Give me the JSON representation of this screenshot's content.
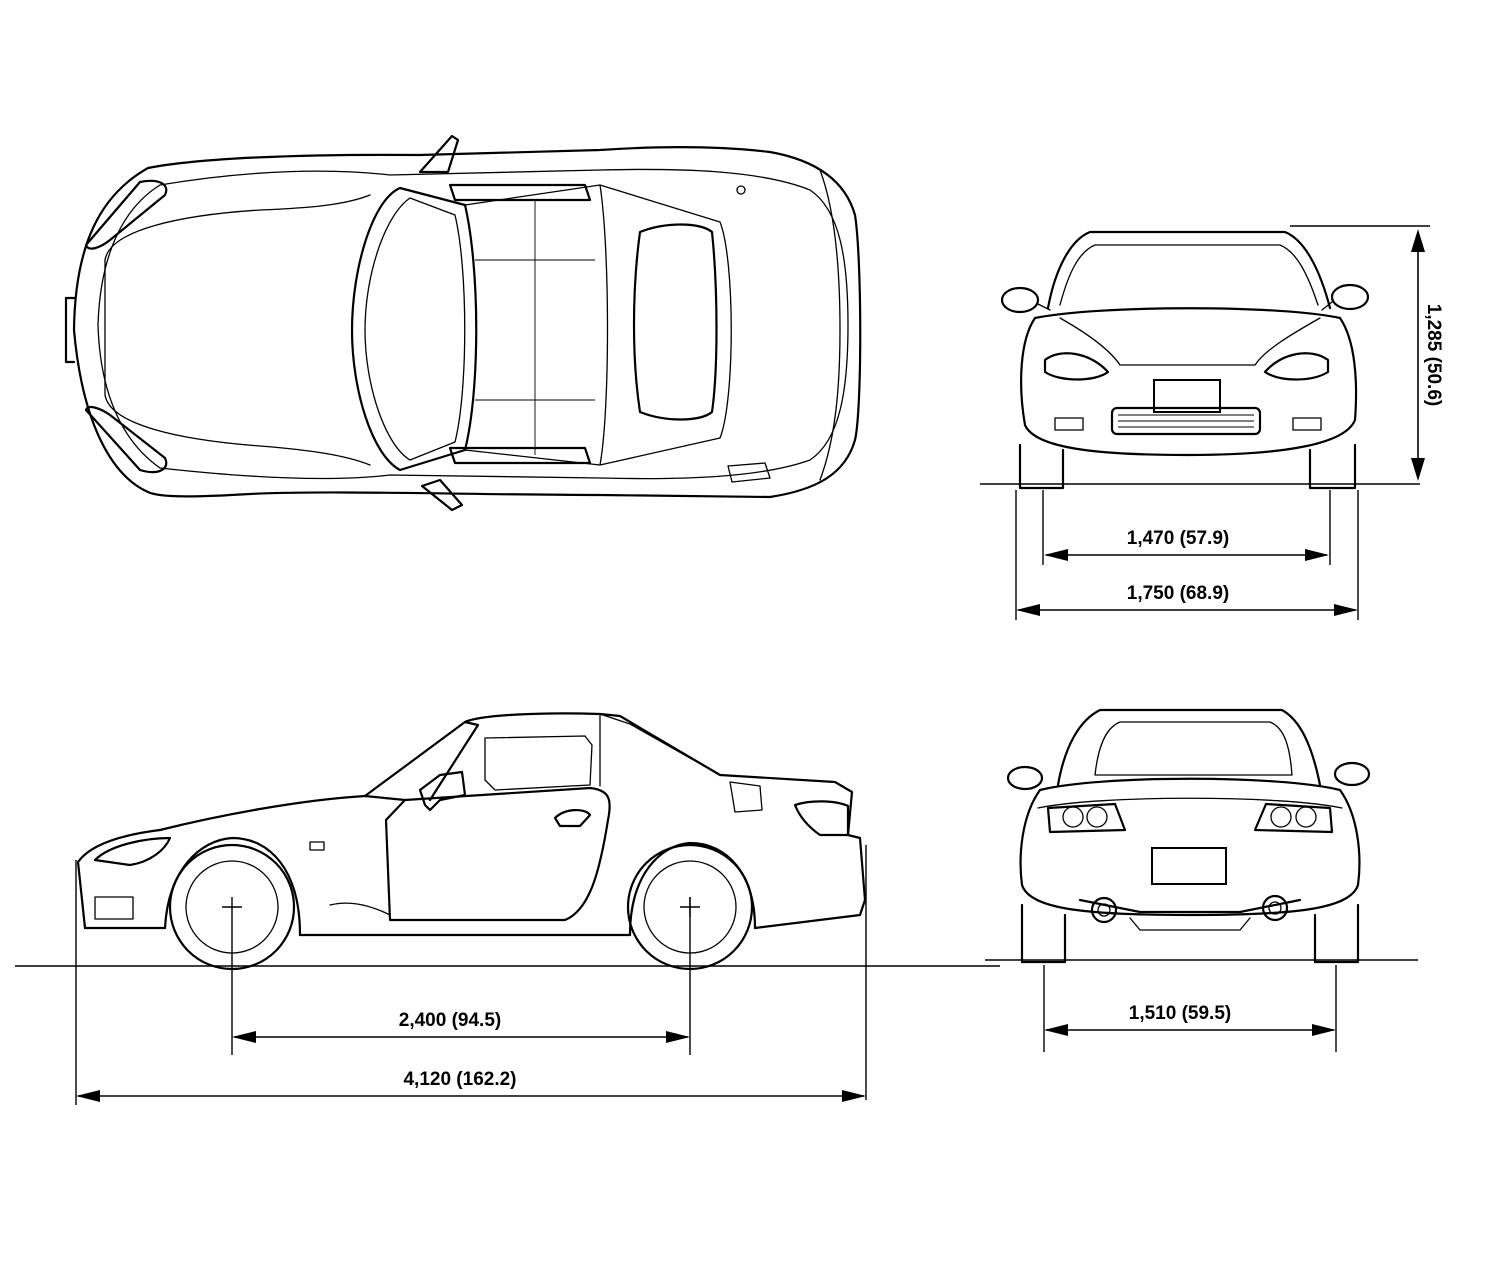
{
  "dimensions": {
    "height": "1,285 (50.6)",
    "front_track": "1,470 (57.9)",
    "overall_width": "1,750 (68.9)",
    "wheelbase": "2,400 (94.5)",
    "overall_length": "4,120 (162.2)",
    "rear_track": "1,510 (59.5)"
  }
}
